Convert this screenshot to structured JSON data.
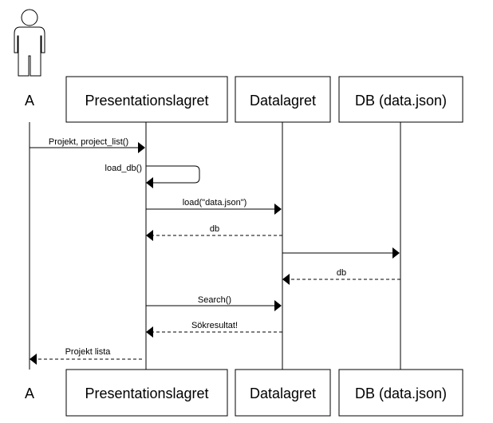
{
  "diagram": {
    "actor": {
      "icon": "person-icon",
      "label_top": "A",
      "label_bottom": "A"
    },
    "participants": [
      {
        "id": "presentation",
        "label": "Presentationslagret"
      },
      {
        "id": "data",
        "label": "Datalagret"
      },
      {
        "id": "db",
        "label": "DB (data.json)"
      }
    ],
    "messages": [
      {
        "from": "actor",
        "to": "presentation",
        "label": "Projekt, project_list()",
        "style": "solid"
      },
      {
        "from": "presentation",
        "to": "presentation",
        "label": "load_db()",
        "style": "self"
      },
      {
        "from": "presentation",
        "to": "data",
        "label": "load(\"data.json\")",
        "style": "solid"
      },
      {
        "from": "data",
        "to": "presentation",
        "label": "db",
        "style": "dashed"
      },
      {
        "from": "data",
        "to": "db",
        "label": "",
        "style": "solid"
      },
      {
        "from": "db",
        "to": "data",
        "label": "db",
        "style": "dashed"
      },
      {
        "from": "presentation",
        "to": "data",
        "label": "Search()",
        "style": "solid"
      },
      {
        "from": "data",
        "to": "presentation",
        "label": "Sökresultat!",
        "style": "dashed"
      },
      {
        "from": "presentation",
        "to": "actor",
        "label": "Projekt lista",
        "style": "dashed"
      }
    ]
  }
}
